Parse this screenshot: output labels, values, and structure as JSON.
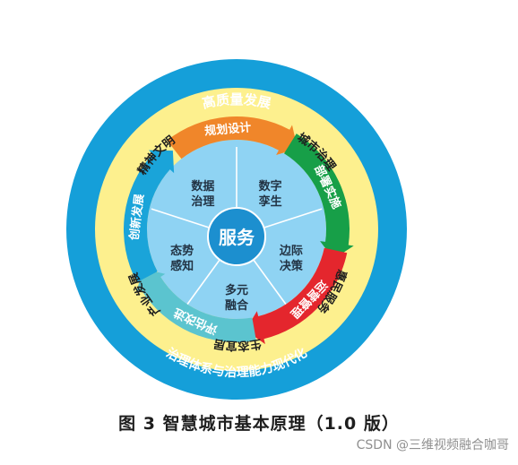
{
  "outer_ring": {
    "label": "高质量发展"
  },
  "middle_ring": {
    "labels": [
      "精神文明",
      "城市治理",
      "惠民服务",
      "生态宜居",
      "产业发展"
    ]
  },
  "bottom_arc": {
    "label": "治理体系与治理能力现代化"
  },
  "cycle_arrows": [
    "规划设计",
    "部署实施",
    "运营管理",
    "评估改进",
    "创新发展"
  ],
  "inner_segments": [
    {
      "line1": "数字",
      "line2": "孪生"
    },
    {
      "line1": "边际",
      "line2": "决策"
    },
    {
      "line1": "多元",
      "line2": "融合"
    },
    {
      "line1": "态势",
      "line2": "感知"
    },
    {
      "line1": "数据",
      "line2": "治理"
    }
  ],
  "center": {
    "label": "服务"
  },
  "caption": "图 3 智慧城市基本原理（1.0 版）",
  "watermark": "CSDN @三维视频融合咖哥",
  "colors": {
    "outer": "#159fd9",
    "middle": "#fdf08e",
    "inner": "#8fd3f3",
    "center": "#1c8fcf",
    "arrows": [
      "#f0862a",
      "#179f48",
      "#e4262d",
      "#5bc4cf",
      "#1aa4d9"
    ]
  }
}
